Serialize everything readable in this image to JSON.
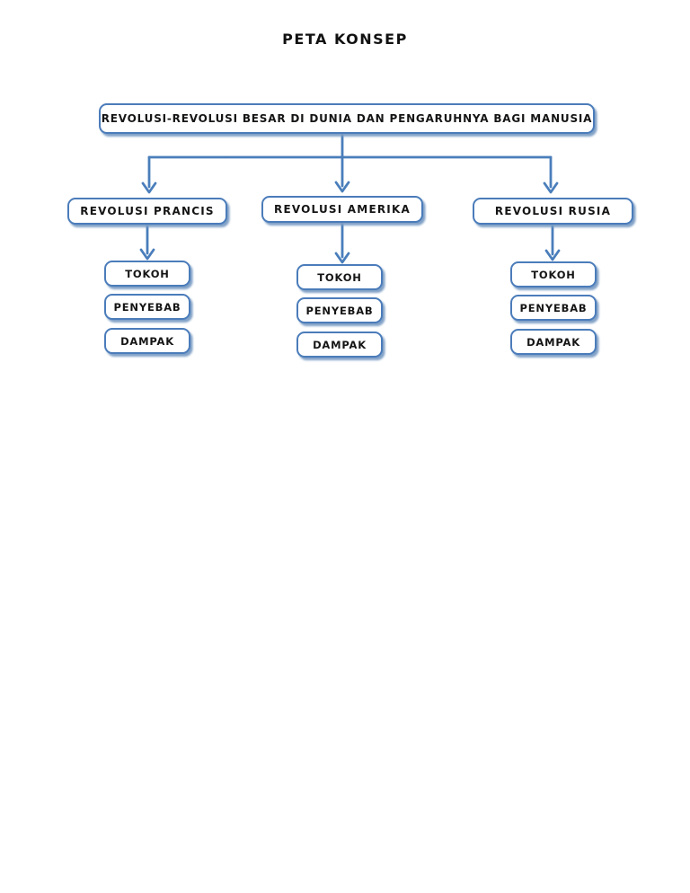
{
  "page": {
    "title": "PETA KONSEP",
    "background_color": "#ffffff"
  },
  "colors": {
    "box_border": "#4b7cba",
    "box_shadow": "#7a9cc4",
    "connector": "#4a7ebb",
    "text": "#151515",
    "box_fill": "#ffffff"
  },
  "root_box": {
    "label": "REVOLUSI-REVOLUSI BESAR DI DUNIA DAN PENGARUHNYA BAGI MANUSIA"
  },
  "branches": [
    {
      "id": "prancis",
      "label": "REVOLUSI PRANCIS",
      "children": [
        "TOKOH",
        "PENYEBAB",
        "DAMPAK"
      ]
    },
    {
      "id": "amerika",
      "label": "REVOLUSI AMERIKA",
      "children": [
        "TOKOH",
        "PENYEBAB",
        "DAMPAK"
      ]
    },
    {
      "id": "rusia",
      "label": "REVOLUSI RUSIA",
      "children": [
        "TOKOH",
        "PENYEBAB",
        "DAMPAK"
      ]
    }
  ]
}
